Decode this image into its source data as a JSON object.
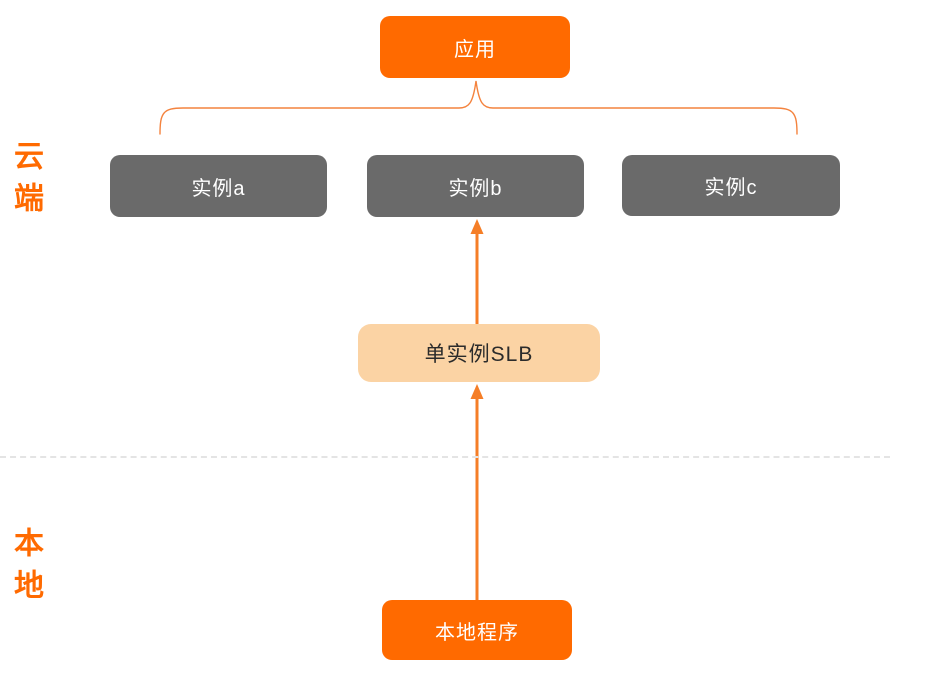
{
  "diagram": {
    "zones": {
      "cloud": {
        "label": "云端"
      },
      "local": {
        "label": "本地"
      }
    },
    "nodes": {
      "app": {
        "label": "应用"
      },
      "instance_a": {
        "label": "实例a"
      },
      "instance_b": {
        "label": "实例b"
      },
      "instance_c": {
        "label": "实例c"
      },
      "slb": {
        "label": "单实例SLB"
      },
      "local_program": {
        "label": "本地程序"
      }
    },
    "connections": [
      {
        "from": "app",
        "to": [
          "instance_a",
          "instance_b",
          "instance_c"
        ],
        "type": "brace"
      },
      {
        "from": "slb",
        "to": "instance_b",
        "type": "arrow-up"
      },
      {
        "from": "local_program",
        "to": "slb",
        "type": "arrow-up"
      }
    ],
    "colors": {
      "node_orange": "#FF6A00",
      "node_gray": "#6A6A6A",
      "node_peach": "#FBD3A4",
      "arrow_orange": "#F57E27",
      "brace_orange": "#F4833E",
      "divider_gray": "#E4E4E4",
      "label_orange": "#FF6A00"
    }
  }
}
